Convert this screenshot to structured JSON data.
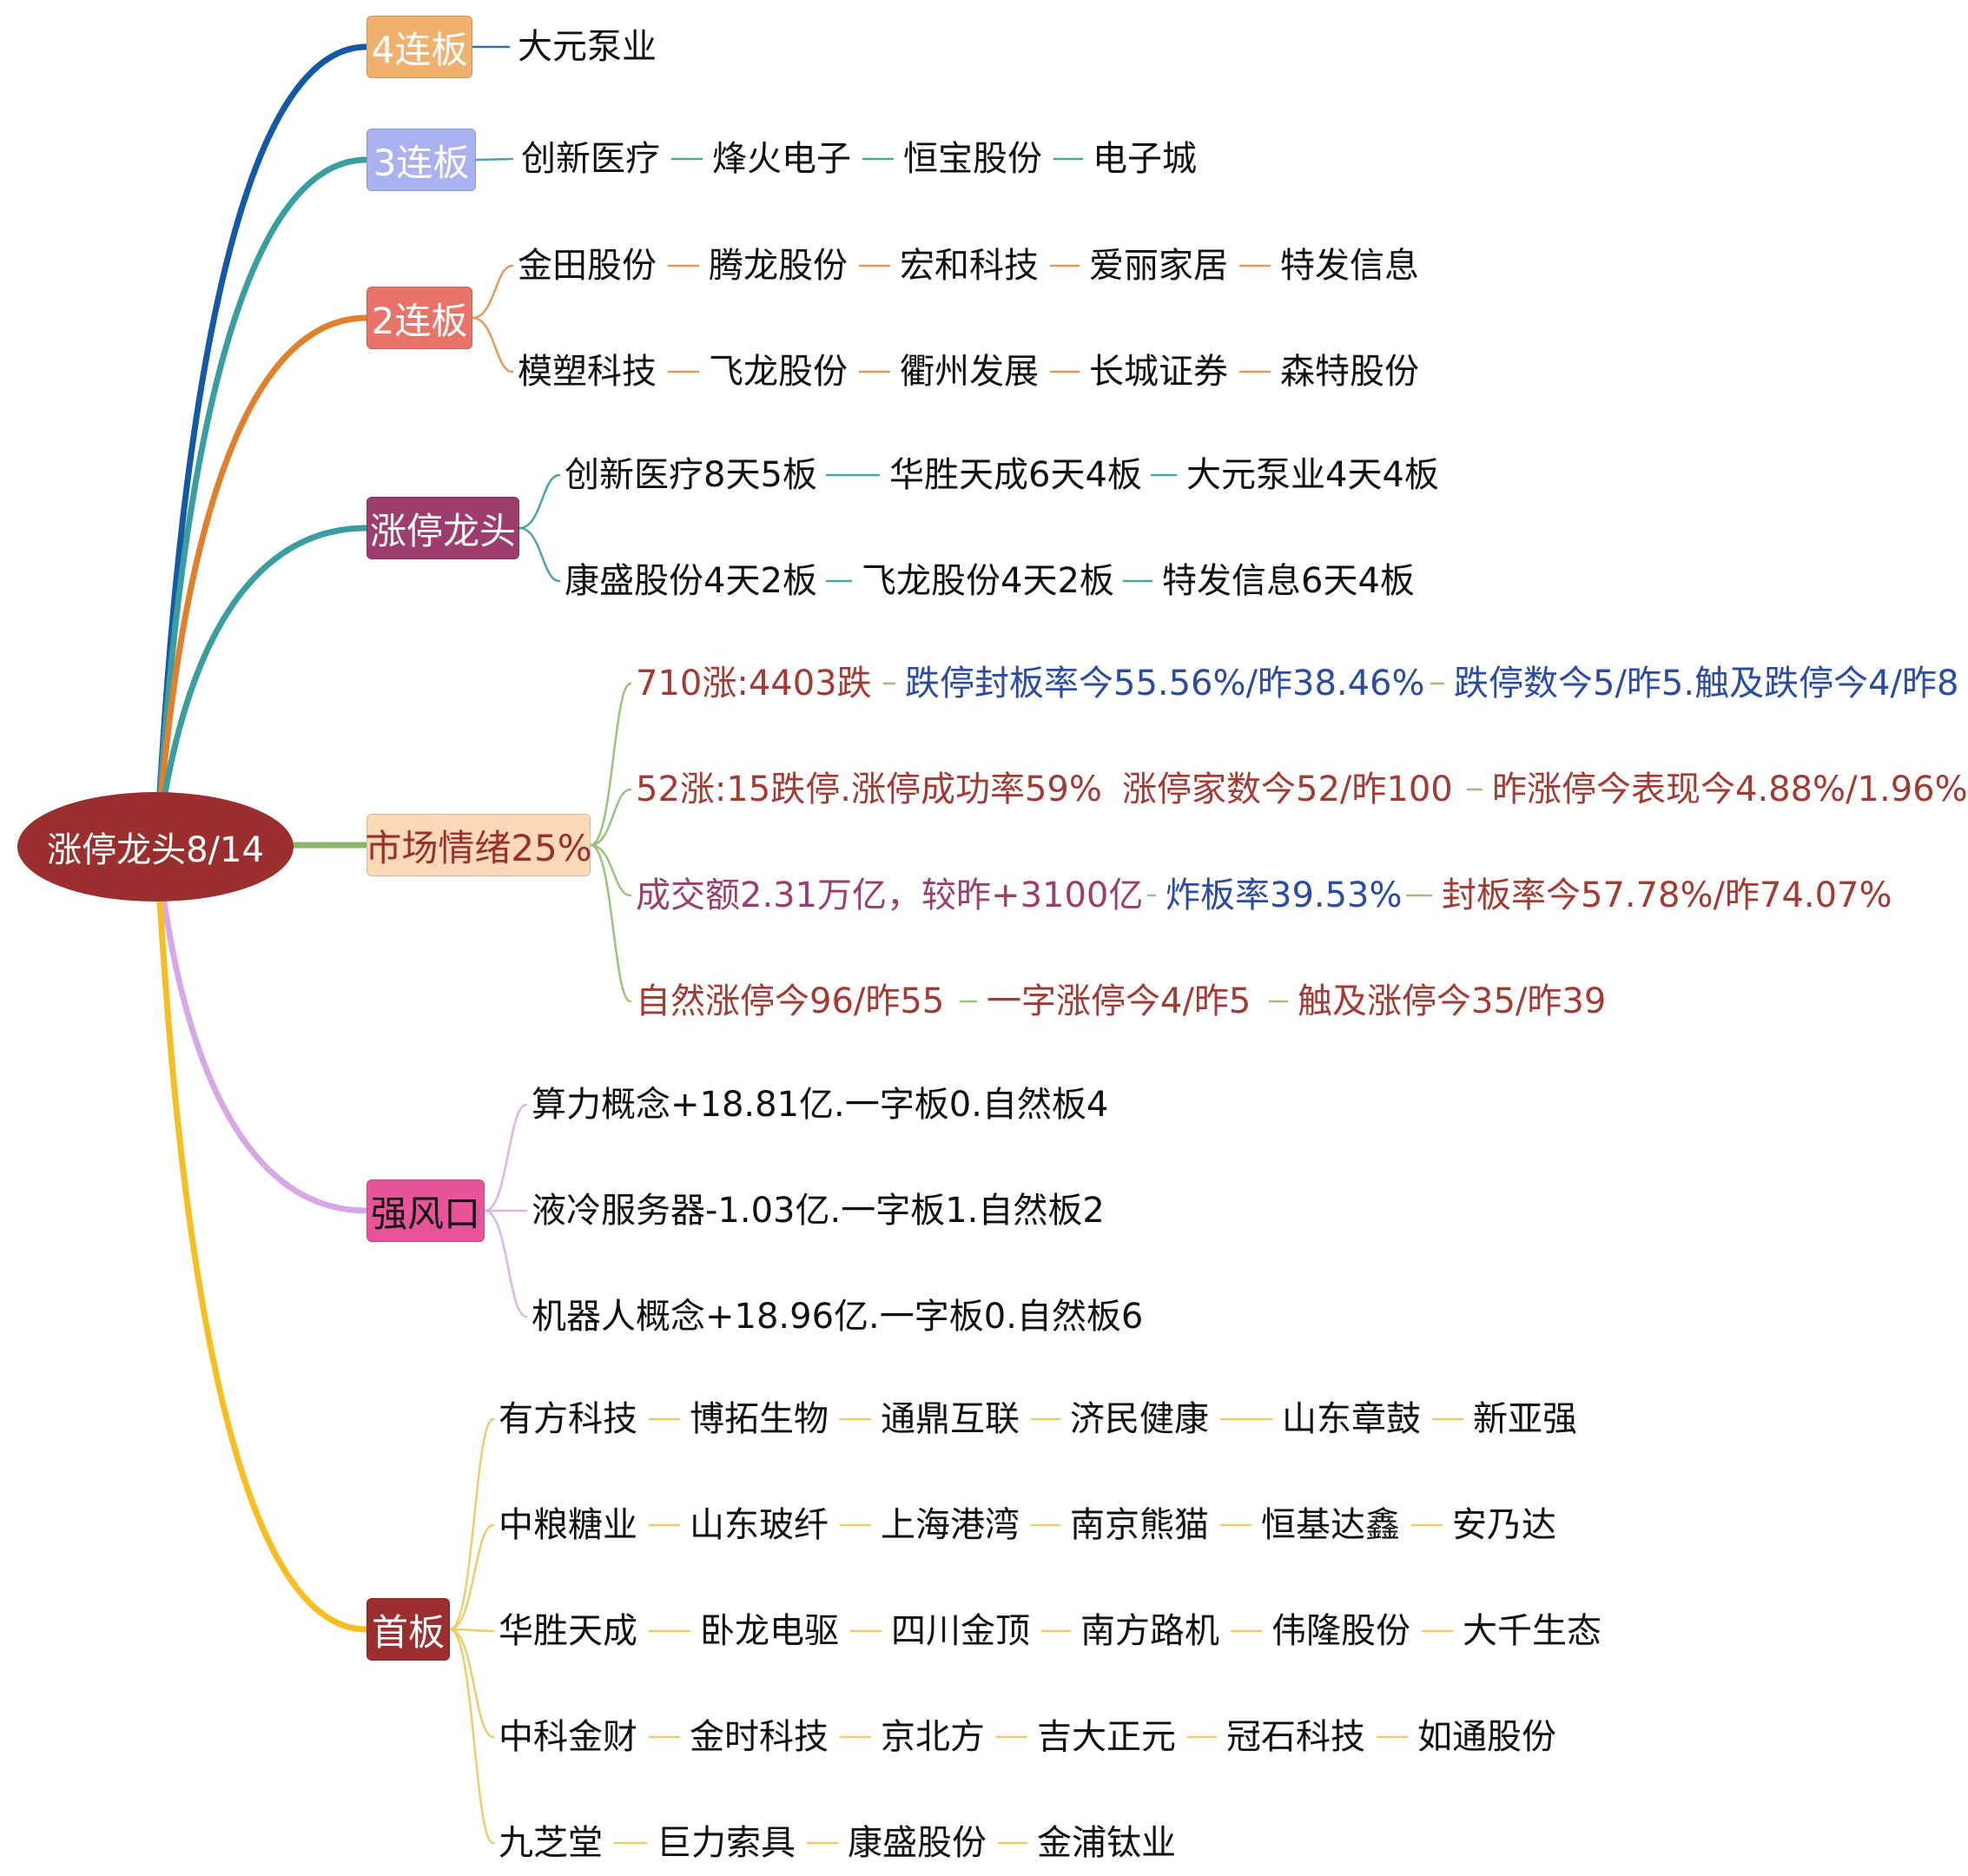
{
  "root": {
    "label": "涨停龙头8/14",
    "color": "#9b2f2f"
  },
  "branches": [
    {
      "label": "4连板",
      "branch_color": "#1459a6",
      "box_color": "#f0b06e",
      "text_color": "#ffffff",
      "link_color": "#3b6fa8",
      "rows": [
        {
          "text_color": "#111111",
          "items": [
            "大元泵业"
          ]
        }
      ]
    },
    {
      "label": "3连板",
      "branch_color": "#3a9ea0",
      "box_color": "#a9b2ef",
      "text_color": "#ffffff",
      "link_color": "#4aa3a5",
      "rows": [
        {
          "text_color": "#111111",
          "items": [
            "创新医疗",
            "烽火电子",
            "恒宝股份",
            "电子城"
          ]
        }
      ]
    },
    {
      "label": "2连板",
      "branch_color": "#e07f2c",
      "box_color": "#e87369",
      "text_color": "#ffffff",
      "link_color": "#e49a5a",
      "rows": [
        {
          "text_color": "#111111",
          "items": [
            "金田股份",
            "腾龙股份",
            "宏和科技",
            "爱丽家居",
            "特发信息"
          ]
        },
        {
          "text_color": "#111111",
          "items": [
            "模塑科技",
            "飞龙股份",
            "衢州发展",
            "长城证券",
            "森特股份"
          ]
        }
      ]
    },
    {
      "label": "涨停龙头",
      "branch_color": "#3a9ea0",
      "box_color": "#9c3d6e",
      "text_color": "#ffffff",
      "link_color": "#4aa3a5",
      "rows": [
        {
          "text_color": "#111111",
          "items": [
            "创新医疗8天5板",
            "华胜天成6天4板",
            "大元泵业4天4板"
          ]
        },
        {
          "text_color": "#111111",
          "items": [
            "康盛股份4天2板",
            "飞龙股份4天2板",
            "特发信息6天4板"
          ]
        }
      ]
    },
    {
      "label": "市场情绪25%",
      "branch_color": "#8ab66a",
      "box_color": "#f9d9b6",
      "text_color": "#9b2f2f",
      "link_color": "#9cc07e",
      "rows": [
        {
          "item_colors": [
            "#a33a33",
            "#2c4ba3",
            "#2c4ba3"
          ],
          "items": [
            "710涨:4403跌",
            "跌停封板率今55.56%/昨38.46%",
            "跌停数今5/昨5.触及跌停今4/昨8"
          ]
        },
        {
          "item_colors": [
            "#a33a33",
            "#a33a33",
            "#a33a33"
          ],
          "items": [
            "52涨:15跌停.涨停成功率59%",
            "涨停家数今52/昨100",
            "昨涨停今表现今4.88%/1.96%"
          ]
        },
        {
          "item_colors": [
            "#9c3d6e",
            "#2c4ba3",
            "#a33a33"
          ],
          "items": [
            "成交额2.31万亿，较昨+3100亿",
            "炸板率39.53%",
            "封板率今57.78%/昨74.07%"
          ]
        },
        {
          "item_colors": [
            "#a33a33",
            "#a33a33",
            "#a33a33"
          ],
          "items": [
            "自然涨停今96/昨55",
            "一字涨停今4/昨5",
            "触及涨停今35/昨39"
          ]
        }
      ]
    },
    {
      "label": "强风口",
      "branch_color": "#d7a8e6",
      "box_color": "#e8549a",
      "text_color": "#111111",
      "link_color": "#d7b6e6",
      "rows": [
        {
          "text_color": "#111111",
          "items": [
            "算力概念+18.81亿.一字板0.自然板4"
          ]
        },
        {
          "text_color": "#111111",
          "items": [
            "液冷服务器-1.03亿.一字板1.自然板2"
          ]
        },
        {
          "text_color": "#111111",
          "items": [
            "机器人概念+18.96亿.一字板0.自然板6"
          ]
        }
      ]
    },
    {
      "label": "首板",
      "branch_color": "#f6be22",
      "box_color": "#9b2f2f",
      "text_color": "#ffffff",
      "link_color": "#eccc6a",
      "rows": [
        {
          "text_color": "#111111",
          "items": [
            "有方科技",
            "博拓生物",
            "通鼎互联",
            "济民健康",
            "山东章鼓",
            "新亚强"
          ]
        },
        {
          "text_color": "#111111",
          "items": [
            "中粮糖业",
            "山东玻纤",
            "上海港湾",
            "南京熊猫",
            "恒基达鑫",
            "安乃达"
          ]
        },
        {
          "text_color": "#111111",
          "items": [
            "华胜天成",
            "卧龙电驱",
            "四川金顶",
            "南方路机",
            "伟隆股份",
            "大千生态"
          ]
        },
        {
          "text_color": "#111111",
          "items": [
            "中科金财",
            "金时科技",
            "京北方",
            "吉大正元",
            "冠石科技",
            "如通股份"
          ]
        },
        {
          "text_color": "#111111",
          "items": [
            "九芝堂",
            "巨力索具",
            "康盛股份",
            "金浦钛业"
          ]
        }
      ]
    }
  ]
}
